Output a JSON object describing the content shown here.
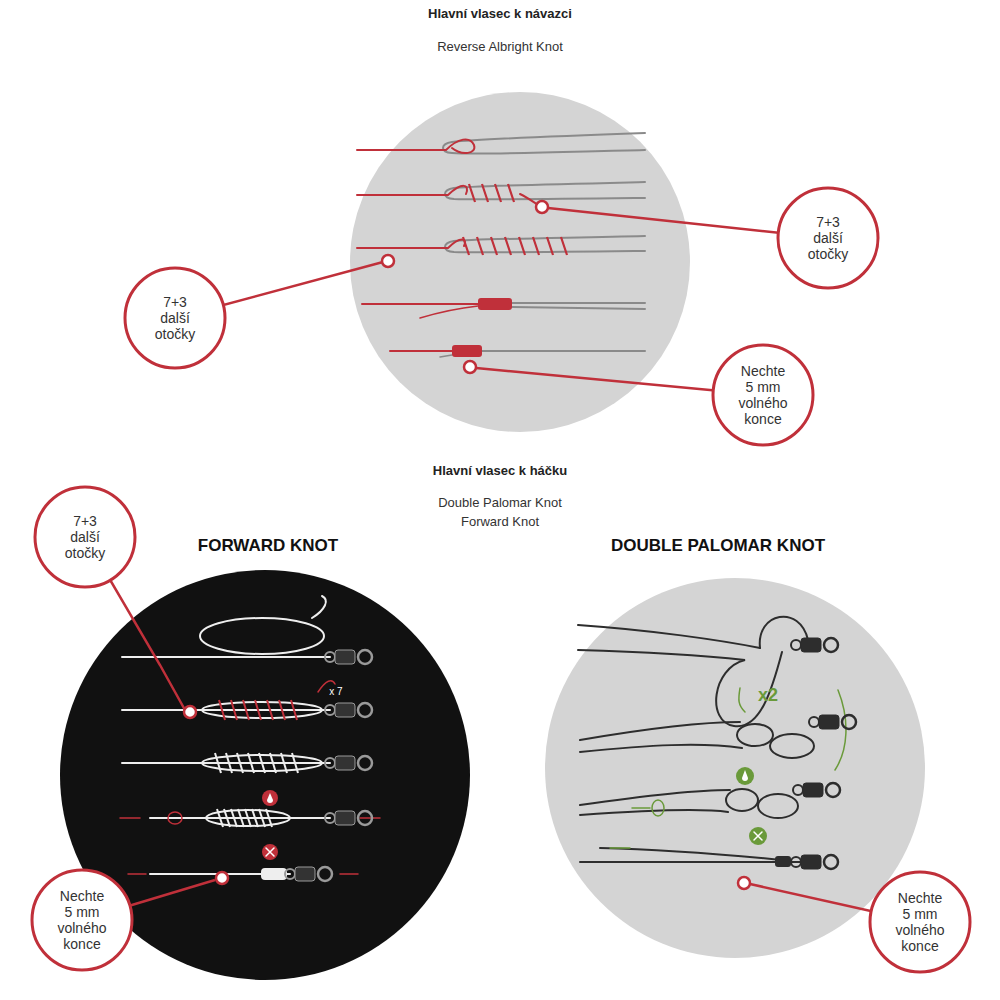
{
  "diagram": {
    "nodes": [
      {
        "text": [
          "7+3 další otočky"
        ]
      },
      {
        "text": [
          "7+3 další otočky"
        ]
      },
      {
        "text": [
          "Nechte 5 mm volného konce"
        ]
      },
      {
        "text": [
          "7+3 další otočky"
        ]
      },
      {
        "text": [
          "Nechte 5 mm volného konce"
        ]
      },
      {
        "text": [
          "Nechte 5 mm volného konce"
        ]
      }
    ],
    "labels": [
      "Hlavní vlasec k návazci",
      "Reverse Albright Knot",
      "Hlavní vlasec k háčku",
      "Double Palomar Knot",
      "Forward Knot",
      "FORWARD KNOT",
      "DOUBLE PALOMAR KNOT",
      "x 7",
      "x2"
    ]
  }
}
